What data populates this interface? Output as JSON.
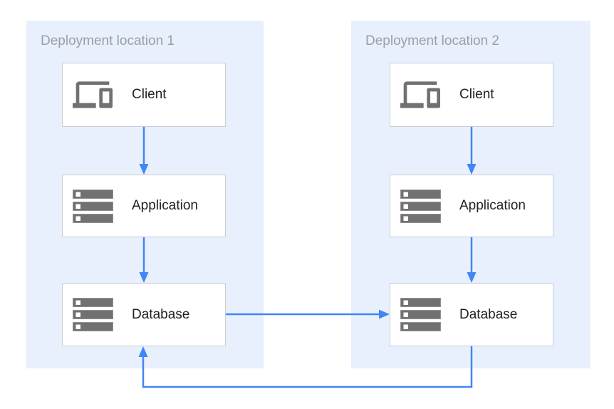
{
  "colors": {
    "accent": "#4285f4",
    "zone_bg": "#e8f0fe",
    "node_bg": "#ffffff",
    "node_border": "#cbcdd1",
    "title_text": "#9aa0a6",
    "label_text": "#202124",
    "icon_fill": "#717171",
    "icon_stroke": "#909295"
  },
  "diagram": {
    "zones": [
      {
        "title": "Deployment location 1",
        "nodes": [
          {
            "label": "Client",
            "icon": "devices-icon"
          },
          {
            "label": "Application",
            "icon": "server-icon"
          },
          {
            "label": "Database",
            "icon": "server-icon"
          }
        ]
      },
      {
        "title": "Deployment location 2",
        "nodes": [
          {
            "label": "Client",
            "icon": "devices-icon"
          },
          {
            "label": "Application",
            "icon": "server-icon"
          },
          {
            "label": "Database",
            "icon": "server-icon"
          }
        ]
      }
    ],
    "connections": [
      {
        "from": "client-1",
        "to": "application-1",
        "direction": "down"
      },
      {
        "from": "application-1",
        "to": "database-1",
        "direction": "down"
      },
      {
        "from": "client-2",
        "to": "application-2",
        "direction": "down"
      },
      {
        "from": "application-2",
        "to": "database-2",
        "direction": "down"
      },
      {
        "from": "database-1",
        "to": "database-2",
        "direction": "right"
      },
      {
        "from": "database-2",
        "to": "database-1",
        "direction": "down-left-up"
      }
    ]
  }
}
